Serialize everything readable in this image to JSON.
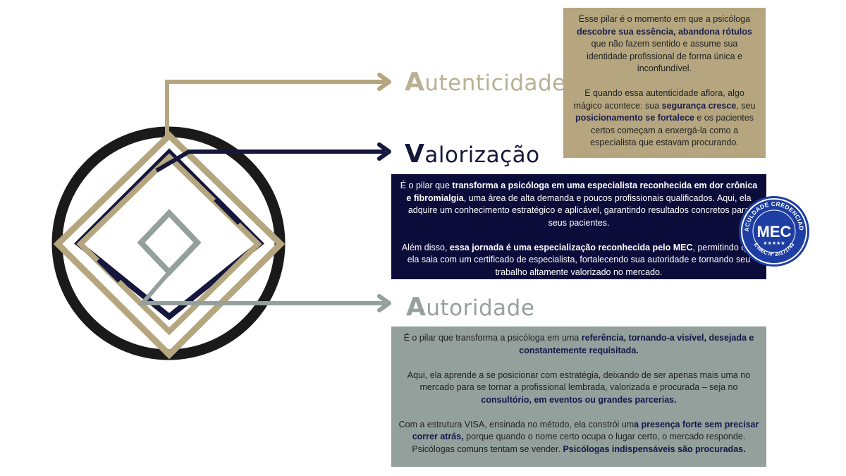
{
  "colors": {
    "gold": "#b5a67f",
    "navy": "#0c0c3b",
    "sage": "#93a09b",
    "ring": "#1a1a1a",
    "seal": "#1e3ea3"
  },
  "pillars": {
    "autenticidade": {
      "initial": "A",
      "rest": "utenticidade",
      "paragraphs": [
        [
          {
            "t": "Esse pilar é o momento em que a psicóloga "
          },
          {
            "t": "descobre sua essência, abandona rótulos",
            "b": true
          },
          {
            "t": " que não fazem sentido e assume sua identidade profissional de forma única e inconfundível."
          }
        ],
        [
          {
            "t": "E quando essa autenticidade aflora, algo mágico acontece: sua "
          },
          {
            "t": "segurança cresce",
            "b": true
          },
          {
            "t": ", seu "
          },
          {
            "t": "posicionamento se fortalece",
            "b": true
          },
          {
            "t": " e os pacientes certos começam a enxergá-la como a especialista que estavam procurando."
          }
        ]
      ]
    },
    "valorizacao": {
      "initial": "V",
      "rest": "alorização",
      "paragraphs": [
        [
          {
            "t": "É o pilar que "
          },
          {
            "t": "transforma a psicóloga em uma especialista reconhecida em dor crônica e fibromialgia",
            "b": true
          },
          {
            "t": ", uma área de alta demanda e poucos profissionais qualificados. Aqui, ela adquire um conhecimento estratégico e aplicável, garantindo resultados concretos para seus pacientes."
          }
        ],
        [
          {
            "t": "Além disso, "
          },
          {
            "t": "essa jornada é uma especialização reconhecida pelo MEC",
            "b": true
          },
          {
            "t": ", permitindo que ela saia com um certificado de especialista, fortalecendo sua autoridade e tornando seu trabalho altamente valorizado no mercado."
          }
        ]
      ]
    },
    "autoridade": {
      "initial": "A",
      "rest": "utoridade",
      "paragraphs": [
        [
          {
            "t": "É o pilar que transforma a psicóloga em uma "
          },
          {
            "t": "referência, tornando-a visível, desejada e constantemente requisitada.",
            "b": true
          }
        ],
        [
          {
            "t": "Aqui, ela aprende a se posicionar com estratégia, deixando de ser apenas mais uma no mercado para se tornar a profissional lembrada, valorizada e procurada – seja no "
          },
          {
            "t": "consultório, em eventos ou grandes parcerias.",
            "b": true
          }
        ],
        [
          {
            "t": "Com a estrutura VISA, ensinada no método, ela constrói um"
          },
          {
            "t": "a presença forte sem precisar correr atrás,",
            "b": true
          },
          {
            "t": " porque quando o nome certo ocupa o lugar certo, o mercado responde. Psicólogas comuns tentam se vender. "
          },
          {
            "t": "Psicólogas indispensáveis são procuradas.",
            "b": true
          }
        ]
      ]
    }
  },
  "seal": {
    "arc_top": "FACULDADE CREDENCIADA",
    "center": "MEC",
    "stars": "★★★★★",
    "arc_bottom": "E-MEC Nº 20171743"
  }
}
